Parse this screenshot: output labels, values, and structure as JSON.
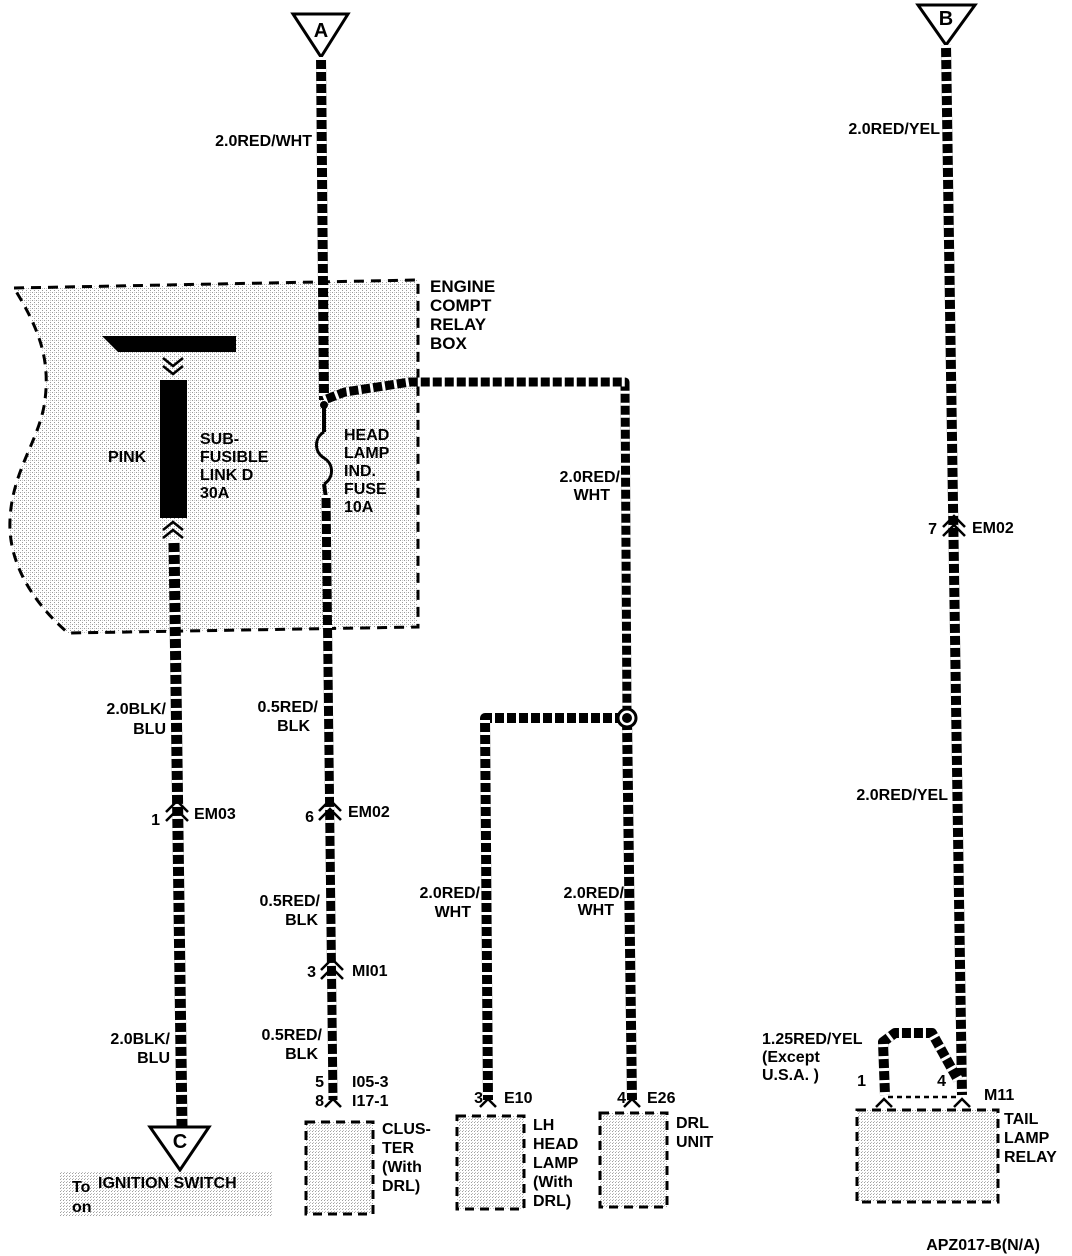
{
  "terminals": {
    "a": "A",
    "b": "B",
    "c": "C"
  },
  "relay_box": {
    "title_line1": "ENGINE",
    "title_line2": "COMPT",
    "title_line3": "RELAY",
    "title_line4": "BOX"
  },
  "fusible_link": {
    "color": "PINK",
    "line1": "SUB-",
    "line2": "FUSIBLE",
    "line3": "LINK D",
    "line4": "30A"
  },
  "fuse": {
    "line1": "HEAD",
    "line2": "LAMP",
    "line3": "IND.",
    "line4": "FUSE",
    "line5": "10A"
  },
  "wires": {
    "a_top": "2.0RED/WHT",
    "b_top": "2.0RED/YEL",
    "b_mid": "2.0RED/YEL",
    "drl_right_l1": "2.0RED/",
    "drl_right_l2": "WHT",
    "left_upper_l1": "2.0BLK/",
    "left_upper_l2": "BLU",
    "left_lower_l1": "2.0BLK/",
    "left_lower_l2": "BLU",
    "cluster_1_l1": "0.5RED/",
    "cluster_1_l2": "BLK",
    "cluster_2_l1": "0.5RED/",
    "cluster_2_l2": "BLK",
    "cluster_3_l1": "0.5RED/",
    "cluster_3_l2": "BLK",
    "lh_l1": "2.0RED/",
    "lh_l2": "WHT",
    "drl_lower_l1": "2.0RED/",
    "drl_lower_l2": "WHT",
    "relay_l1": "1.25RED/YEL",
    "relay_l2": "(Except",
    "relay_l3": "U.S.A. )"
  },
  "connectors": {
    "em03_pin": "1",
    "em03": "EM03",
    "em02_left_pin": "6",
    "em02_left": "EM02",
    "mi01_pin": "3",
    "mi01": "MI01",
    "em02_right_pin": "7",
    "em02_right": "EM02",
    "i05_pin": "5",
    "i05": "I05-3",
    "i17_pin": "8",
    "i17": "I17-1",
    "e10_pin": "3",
    "e10": "E10",
    "e26_pin": "4",
    "e26": "E26",
    "m11_pin1": "1",
    "m11_pin4": "4",
    "m11": "M11"
  },
  "components": {
    "cluster_l1": "CLUS-",
    "cluster_l2": "TER",
    "cluster_l3": "(With",
    "cluster_l4": "DRL)",
    "lh_l1": "LH",
    "lh_l2": "HEAD",
    "lh_l3": "LAMP",
    "lh_l4": "(With",
    "lh_l5": "DRL)",
    "drl_l1": "DRL",
    "drl_l2": "UNIT",
    "relay_l1": "TAIL",
    "relay_l2": "LAMP",
    "relay_l3": "RELAY"
  },
  "ignition": {
    "to": "To",
    "on": "on",
    "label": "IGNITION SWITCH"
  },
  "diagram_id": "APZ017-B(N/A)"
}
